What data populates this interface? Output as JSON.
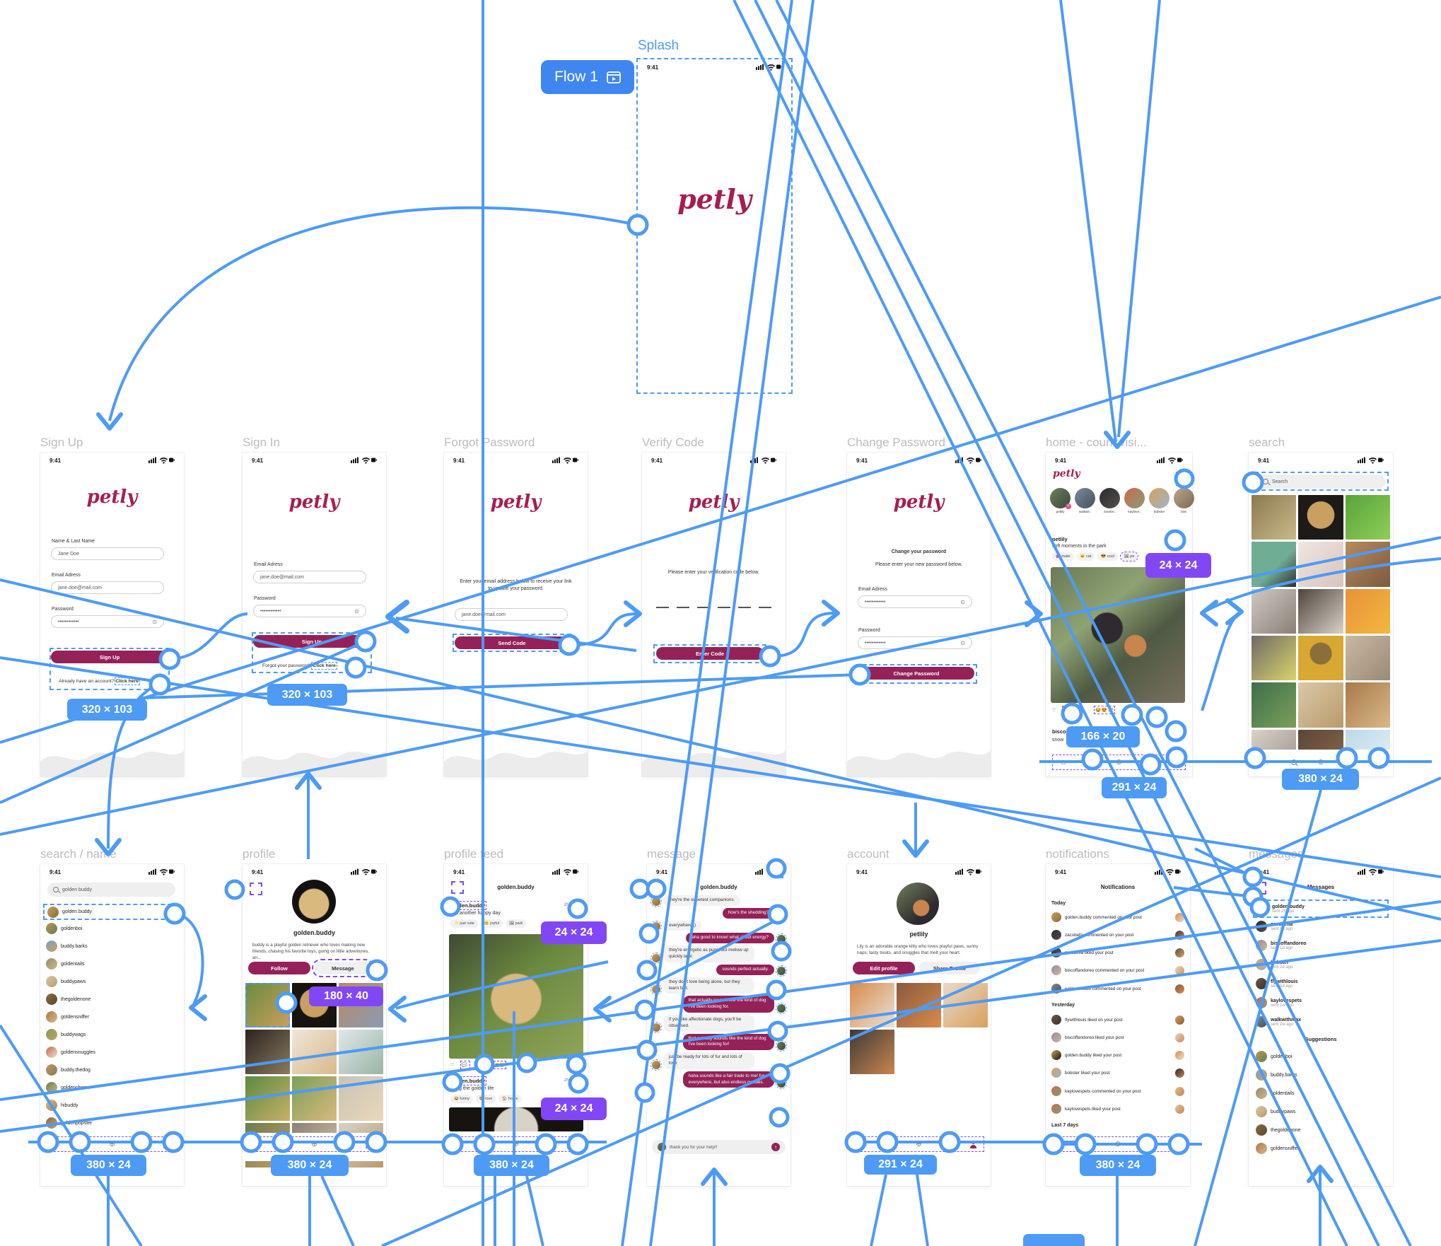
{
  "flow": {
    "label": "Flow 1"
  },
  "statusbar": {
    "time": "9:41"
  },
  "brand": {
    "logo": "petly",
    "color": "#a61e51",
    "accent_blue": "#4d9bf5",
    "accent_purple": "#8247f5"
  },
  "badges": {
    "b320": "320 × 103",
    "b24": "24 × 24",
    "b166": "166 × 20",
    "b291": "291 × 24",
    "b380": "380 × 24",
    "b180": "180 × 40"
  },
  "screens": {
    "splash": {
      "label": "Splash"
    },
    "sign_up": {
      "label": "Sign Up",
      "fields": [
        {
          "label": "Name & Last Name",
          "value": "Jane Doe"
        },
        {
          "label": "Email Adress",
          "value": "jane.doe@mail.com"
        },
        {
          "label": "Password",
          "value": "••••••••••••"
        }
      ],
      "button": "Sign Up",
      "footer_text": "Already have an account?",
      "footer_link": "Click here"
    },
    "sign_in": {
      "label": "Sign In",
      "fields": [
        {
          "label": "Email Adress",
          "value": "jane.doe@mail.com"
        },
        {
          "label": "Password",
          "value": "••••••••••••"
        }
      ],
      "button": "Sign Up",
      "footer_text": "Forgot your password?",
      "footer_link": "Click here"
    },
    "forgot_password": {
      "label": "Forgot Password",
      "instructions": "Enter your email address below to receive your link to update your password.",
      "email": "jane.doe@mail.com",
      "button": "Send Code"
    },
    "verify_code": {
      "label": "Verify Code",
      "instructions": "Please enter your verification code below.",
      "button": "Enter Code"
    },
    "change_password": {
      "label": "Change Password",
      "title": "Change your password",
      "instructions": "Please enter your new password below.",
      "fields": [
        {
          "label": "Email Adress",
          "value": "••••••••••••"
        },
        {
          "label": "Password",
          "value": "••••••••••••"
        }
      ],
      "button": "Change Password"
    },
    "home": {
      "label": "home - count visi...",
      "stories": [
        "petlily",
        "walkwit..",
        "zacsbe..",
        "kaylove..",
        "bobster",
        "bisc"
      ],
      "post": {
        "username": "petlily",
        "caption": "soft moments in the park",
        "tags": [
          "💕 mate",
          "🐱 cat",
          "😎 cool",
          "🖼 pe"
        ],
        "reactions": "😂😍 37"
      },
      "next_post": {
        "username": "bisco",
        "caption": "snow",
        "time": "2"
      }
    },
    "search": {
      "label": "search",
      "placeholder": "Search"
    },
    "search_name": {
      "label": "search / name",
      "query": "golden buddy",
      "results": [
        "golden.buddy",
        "goldenboi",
        "buddy.barks",
        "goldentails",
        "buddypaws",
        "thegoldenone",
        "goldensniffer",
        "buddywags",
        "goldensnuggles",
        "buddy.thedog",
        "goldencharm",
        "hibuddy",
        "goldenpupster"
      ]
    },
    "profile": {
      "label": "profile",
      "username": "golden.buddy",
      "bio": "buddy is a playful golden retriever who loves making new friends, chasing his favorite toys, going on little adventures, an...",
      "follow": "Follow",
      "message": "Message"
    },
    "profile_feed": {
      "label": "profile feed",
      "header": "golden.buddy",
      "posts": [
        {
          "username": "golden.buddy",
          "time": "2hr",
          "caption": "just another happy day",
          "tags": [
            "✨ just cute",
            "😊 joyful",
            "🖼 park"
          ],
          "reactions": "❤😂"
        },
        {
          "username": "golden.buddy",
          "time": "2hr",
          "caption": "living the golden life",
          "tags": [
            "😂 funny",
            "😍 love",
            "🏠 home"
          ]
        }
      ]
    },
    "post_actions": {
      "like": "Like",
      "comments": "Comments",
      "share": "Share"
    },
    "message": {
      "label": "message",
      "header": "golden.buddy",
      "bubbles": [
        {
          "side": "l",
          "text": "they're the sweetest companions."
        },
        {
          "side": "r",
          "text": "how's the shedding?"
        },
        {
          "side": "l",
          "text": "everywhere ;)"
        },
        {
          "side": "r",
          "text": "aha good to know! what about energy?"
        },
        {
          "side": "l",
          "text": "they're energetic as pups, but mellow up quickly later."
        },
        {
          "side": "r",
          "text": "sounds perfect actually."
        },
        {
          "side": "l",
          "text": "they don't love being alone, but they learn fast."
        },
        {
          "side": "r",
          "text": "that actually sounds like the kind of dog I've been looking for."
        },
        {
          "side": "l",
          "text": "if you like affectionate dogs, you'll be obsessed."
        },
        {
          "side": "r",
          "text": "that actually sounds like the kind of dog I've been looking for!"
        },
        {
          "side": "l",
          "text": "just be ready for lots of fur and lots of love"
        },
        {
          "side": "r",
          "text": "haha sounds like a fair trade to me! fur everywhere, but also endless cuddles."
        }
      ],
      "input": "thank you for your help!!"
    },
    "account": {
      "label": "account",
      "username": "petlily",
      "bio": "Lily is an adorable orange kitty who loves playful paws, sunny naps, tasty treats, and snuggles that melt your heart.",
      "edit": "Edit profile",
      "share": "Share Profile"
    },
    "notifications": {
      "label": "notifications",
      "title": "Notifications",
      "sections": [
        {
          "title": "Today",
          "items": [
            "golden.buddy commented on your post",
            "zacsbella commented on your post",
            "zacsbella liked your post",
            "biscoffandoreo commented on your post",
            "walkwithlouis commented on your post"
          ]
        },
        {
          "title": "Yesterday",
          "items": [
            "flywithlouis liked on your post",
            "biscoffandoreo liked your post",
            "golden.buddy liked your post",
            "bobster liked your post",
            "kaylovespets commented on your post",
            "kaylovespets liked your post"
          ]
        },
        {
          "title": "Last 7 days",
          "items": []
        }
      ]
    },
    "messages": {
      "label": "messages",
      "title": "Messages",
      "threads": [
        {
          "name": "golden.buddy",
          "time": "sent 2h ago"
        },
        {
          "name": "zacsbella",
          "time": "sent 5h ago"
        },
        {
          "name": "biscoffandoreo",
          "time": "sent 1d ago"
        },
        {
          "name": "bobster",
          "time": "sent 2d ago"
        },
        {
          "name": "flywithlouis",
          "time": "sent 5d ago"
        },
        {
          "name": "kaylovespets",
          "time": "sent 1w ago"
        },
        {
          "name": "walkwithmax",
          "time": "sent 2w ago"
        }
      ],
      "suggestions_title": "Suggestions",
      "suggestions": [
        "goldenboi",
        "buddy.barks",
        "goldentails",
        "buddypaws",
        "thegoldenone",
        "goldensniffer"
      ]
    }
  }
}
